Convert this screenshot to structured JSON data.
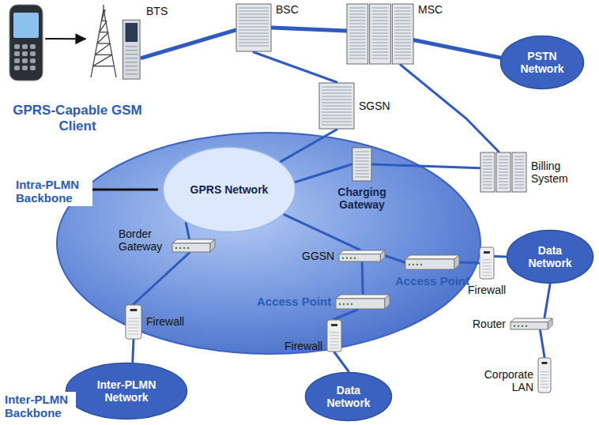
{
  "diagram": {
    "nodes": [
      {
        "text": [
          "GPRS-Capable GSM Client"
        ]
      },
      {
        "text": [
          "BTS"
        ]
      },
      {
        "text": [
          "BSC"
        ]
      },
      {
        "text": [
          "MSC"
        ]
      },
      {
        "text": [
          "PSTN Network"
        ]
      },
      {
        "text": [
          "SGSN"
        ]
      },
      {
        "text": [
          "Billing System"
        ]
      },
      {
        "text": [
          "GPRS Network"
        ]
      },
      {
        "text": [
          "Charging Gateway"
        ]
      },
      {
        "text": [
          "Border Gateway"
        ]
      },
      {
        "text": [
          "GGSN"
        ]
      },
      {
        "text": [
          "Access Point"
        ]
      },
      {
        "text": [
          "Access Point"
        ]
      },
      {
        "text": [
          "Firewall"
        ]
      },
      {
        "text": [
          "Data Network"
        ]
      },
      {
        "text": [
          "Router"
        ]
      },
      {
        "text": [
          "Corporate LAN"
        ]
      },
      {
        "text": [
          "Firewall"
        ]
      },
      {
        "text": [
          "Firewall"
        ]
      },
      {
        "text": [
          "Inter-PLMN Network"
        ]
      },
      {
        "text": [
          "Data Network"
        ]
      }
    ],
    "edges": [
      {
        "from": 0,
        "to": 1,
        "arrow": "to"
      },
      {
        "from": 1,
        "to": 2,
        "arrow": "none"
      },
      {
        "from": 2,
        "to": 3,
        "arrow": "none"
      },
      {
        "from": 3,
        "to": 4,
        "arrow": "none"
      },
      {
        "from": 2,
        "to": 5,
        "arrow": "none"
      },
      {
        "from": 5,
        "to": 7,
        "arrow": "none"
      },
      {
        "from": 3,
        "to": 6,
        "arrow": "none"
      },
      {
        "from": 7,
        "to": 8,
        "arrow": "none"
      },
      {
        "from": 8,
        "to": 6,
        "arrow": "none"
      },
      {
        "from": 7,
        "to": 9,
        "arrow": "none"
      },
      {
        "from": 7,
        "to": 10,
        "arrow": "none"
      },
      {
        "from": 9,
        "to": 17,
        "arrow": "none"
      },
      {
        "from": 17,
        "to": 19,
        "arrow": "none"
      },
      {
        "from": 10,
        "to": 11,
        "arrow": "none"
      },
      {
        "from": 11,
        "to": 13,
        "arrow": "none"
      },
      {
        "from": 13,
        "to": 14,
        "arrow": "none"
      },
      {
        "from": 14,
        "to": 15,
        "arrow": "none"
      },
      {
        "from": 15,
        "to": 16,
        "arrow": "none"
      },
      {
        "from": 10,
        "to": 12,
        "arrow": "none"
      },
      {
        "from": 12,
        "to": 18,
        "arrow": "none"
      },
      {
        "from": 18,
        "to": 20,
        "arrow": "none"
      }
    ],
    "labels": [
      "Intra-PLMN Backbone",
      "Inter-PLMN Backbone"
    ]
  }
}
